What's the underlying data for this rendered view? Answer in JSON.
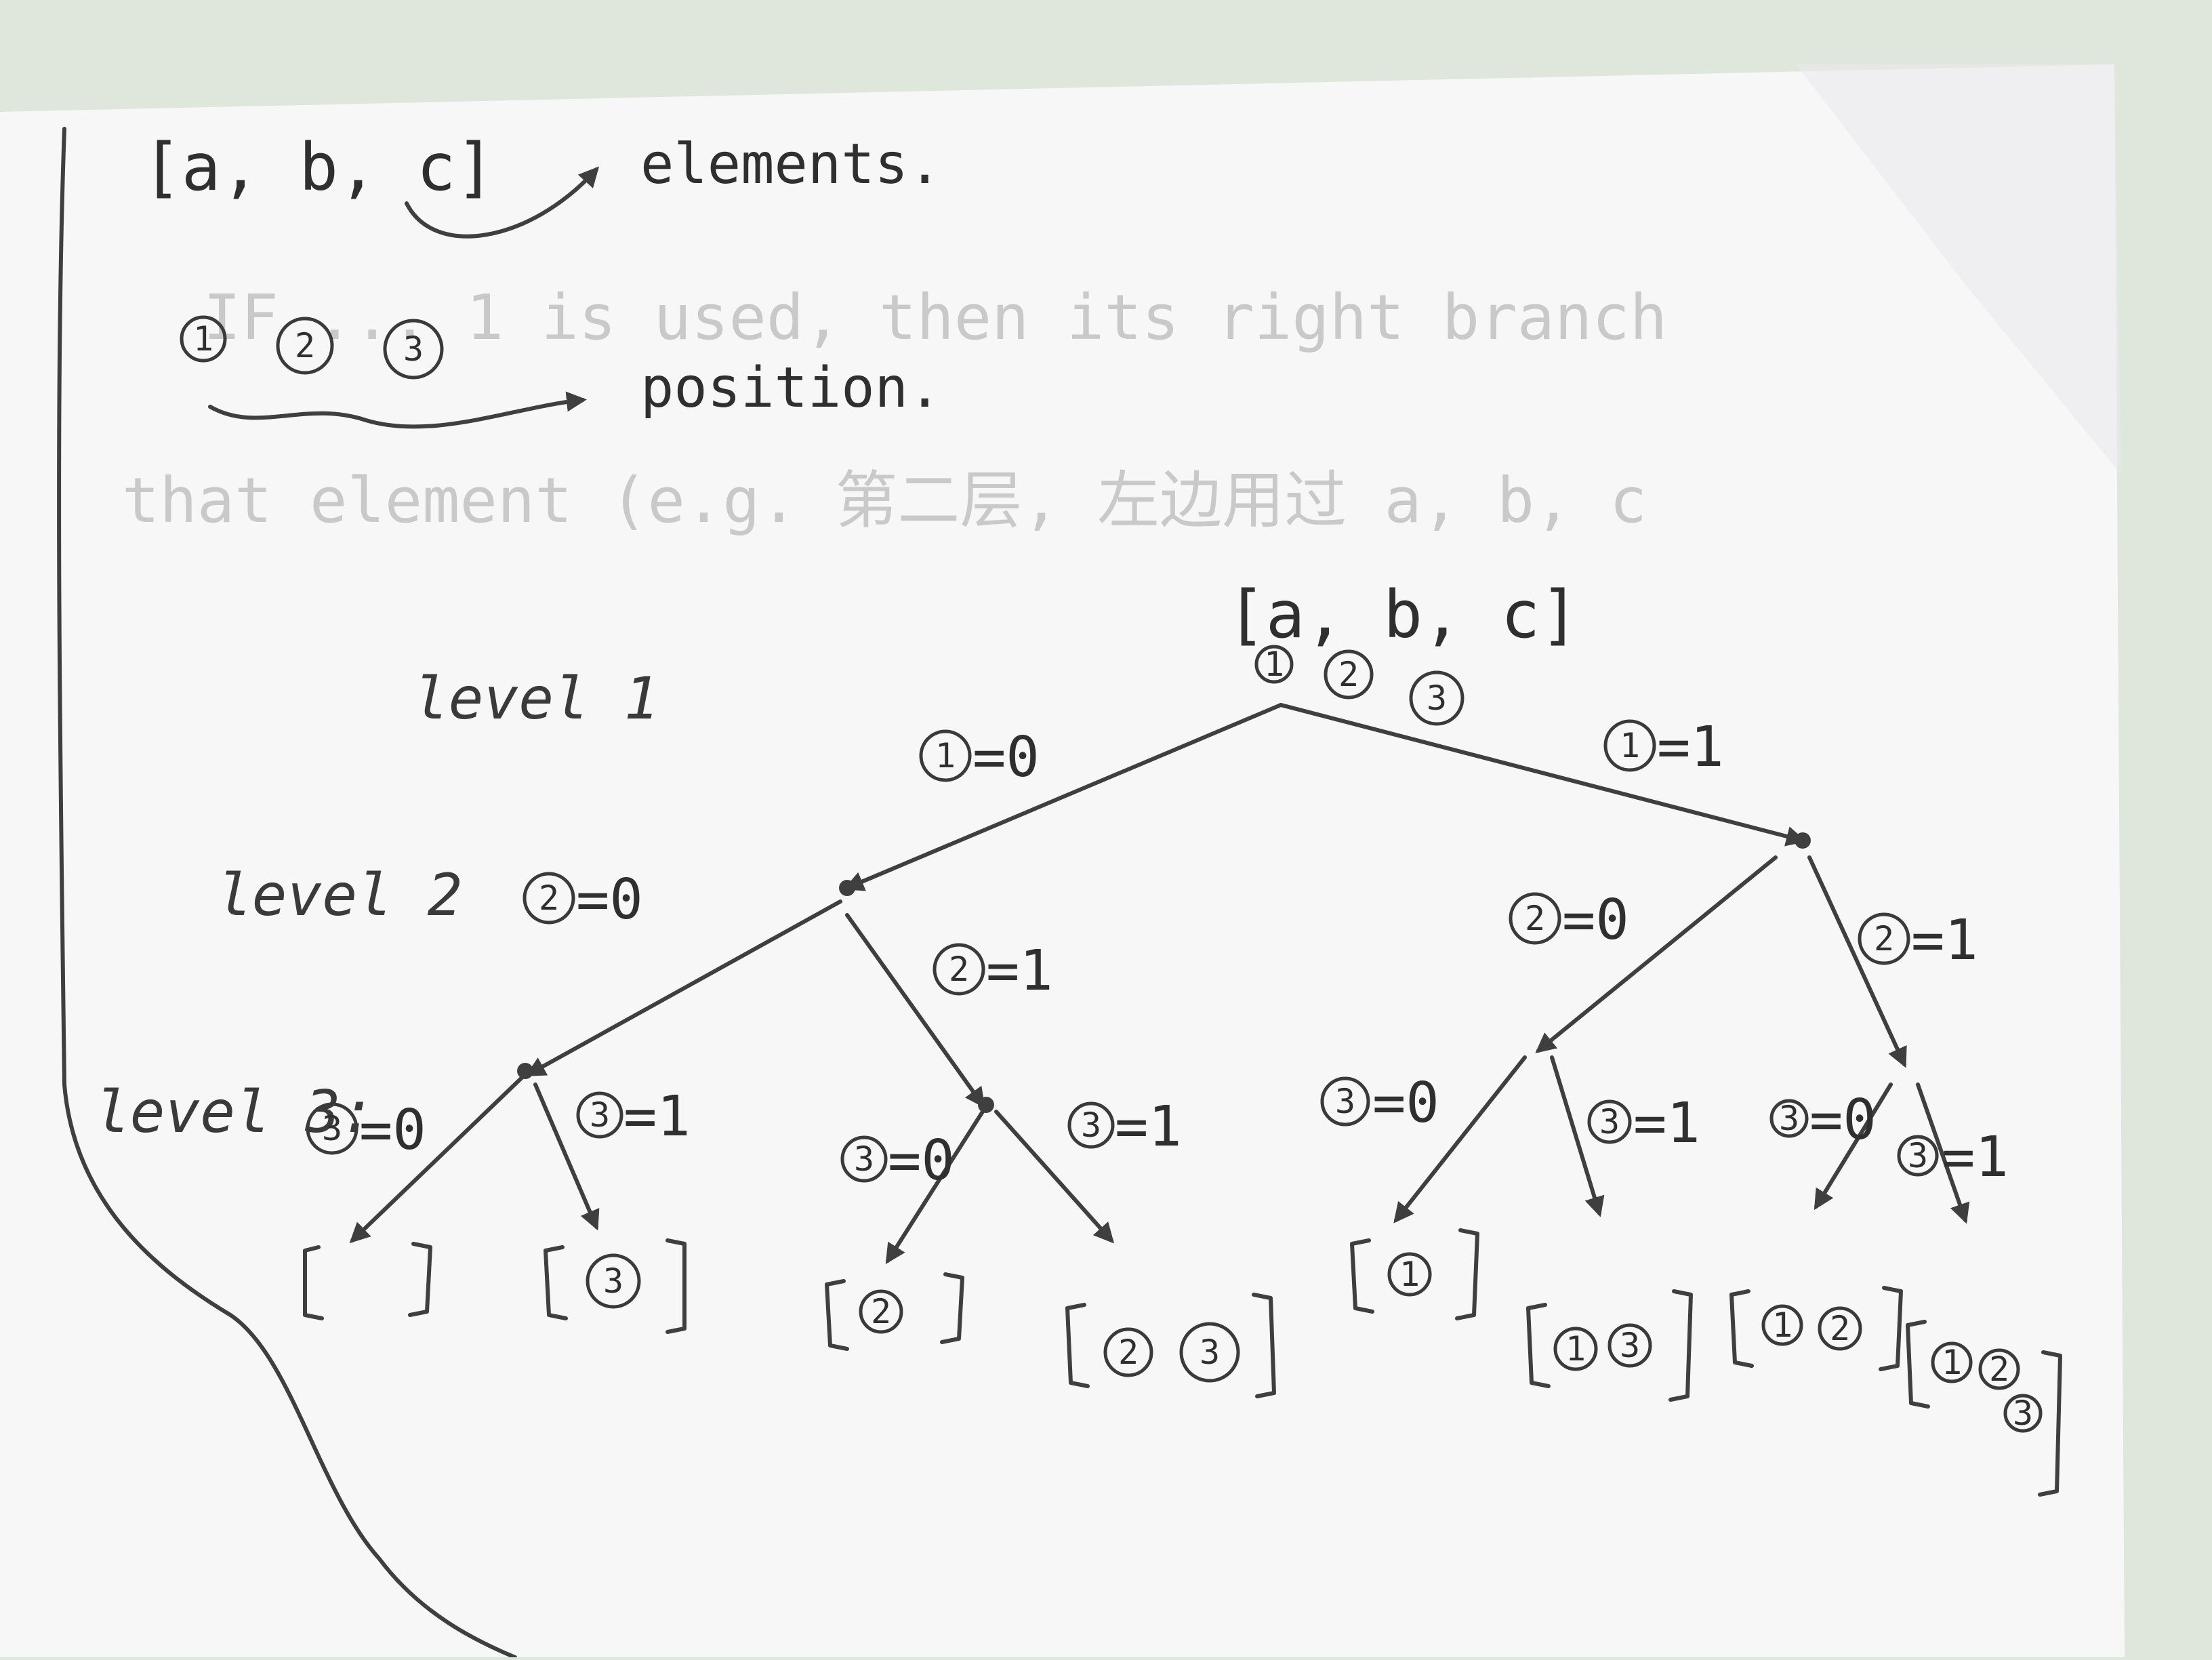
{
  "legend": {
    "elements_list": "[a, b, c]",
    "elements_label": "elements.",
    "positions": [
      "1",
      "2",
      "3"
    ],
    "position_label": "position."
  },
  "levels": [
    "level 1",
    "level 2",
    "level 3:"
  ],
  "root": {
    "label": "[a, b, c]",
    "positions": [
      "1",
      "2",
      "3"
    ]
  },
  "edges": {
    "p1_0": "=0",
    "p1_1": "=1",
    "p2_0_left": "=0",
    "p2_1_left": "=1",
    "p2_0_right": "=0",
    "p2_1_right": "=1",
    "p3": [
      "=0",
      "=1",
      "=0",
      "=1",
      "=0",
      "=1",
      "=0",
      "=1"
    ]
  },
  "leaves": [
    {
      "positions": []
    },
    {
      "positions": [
        "3"
      ]
    },
    {
      "positions": [
        "2"
      ]
    },
    {
      "positions": [
        "2",
        "3"
      ]
    },
    {
      "positions": [
        "1"
      ]
    },
    {
      "positions": [
        "1",
        "3"
      ]
    },
    {
      "positions": [
        "1",
        "2"
      ]
    },
    {
      "positions": [
        "1",
        "2",
        "3"
      ]
    }
  ],
  "bleed_through": {
    "line1": "IF ... 1 is used, then its right branch",
    "line2": "that element (e.g. 第二层, 左边用过 a, b, c"
  },
  "colors": {
    "paper": "#f7f7f8",
    "ink": "#3f3f3f",
    "background": "#dfe6dc"
  }
}
